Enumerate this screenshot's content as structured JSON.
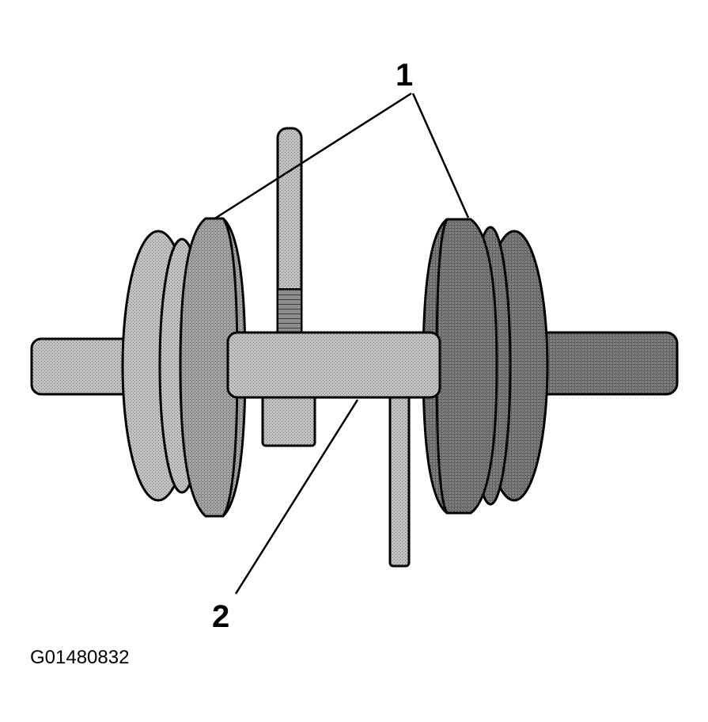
{
  "callouts": {
    "one": "1",
    "two": "2"
  },
  "figure_code": "G01480832",
  "colors": {
    "light_stipple": "#b8b8b8",
    "dark_stipple": "#7a7a7a",
    "ink": "#000000",
    "background": "#ffffff"
  }
}
